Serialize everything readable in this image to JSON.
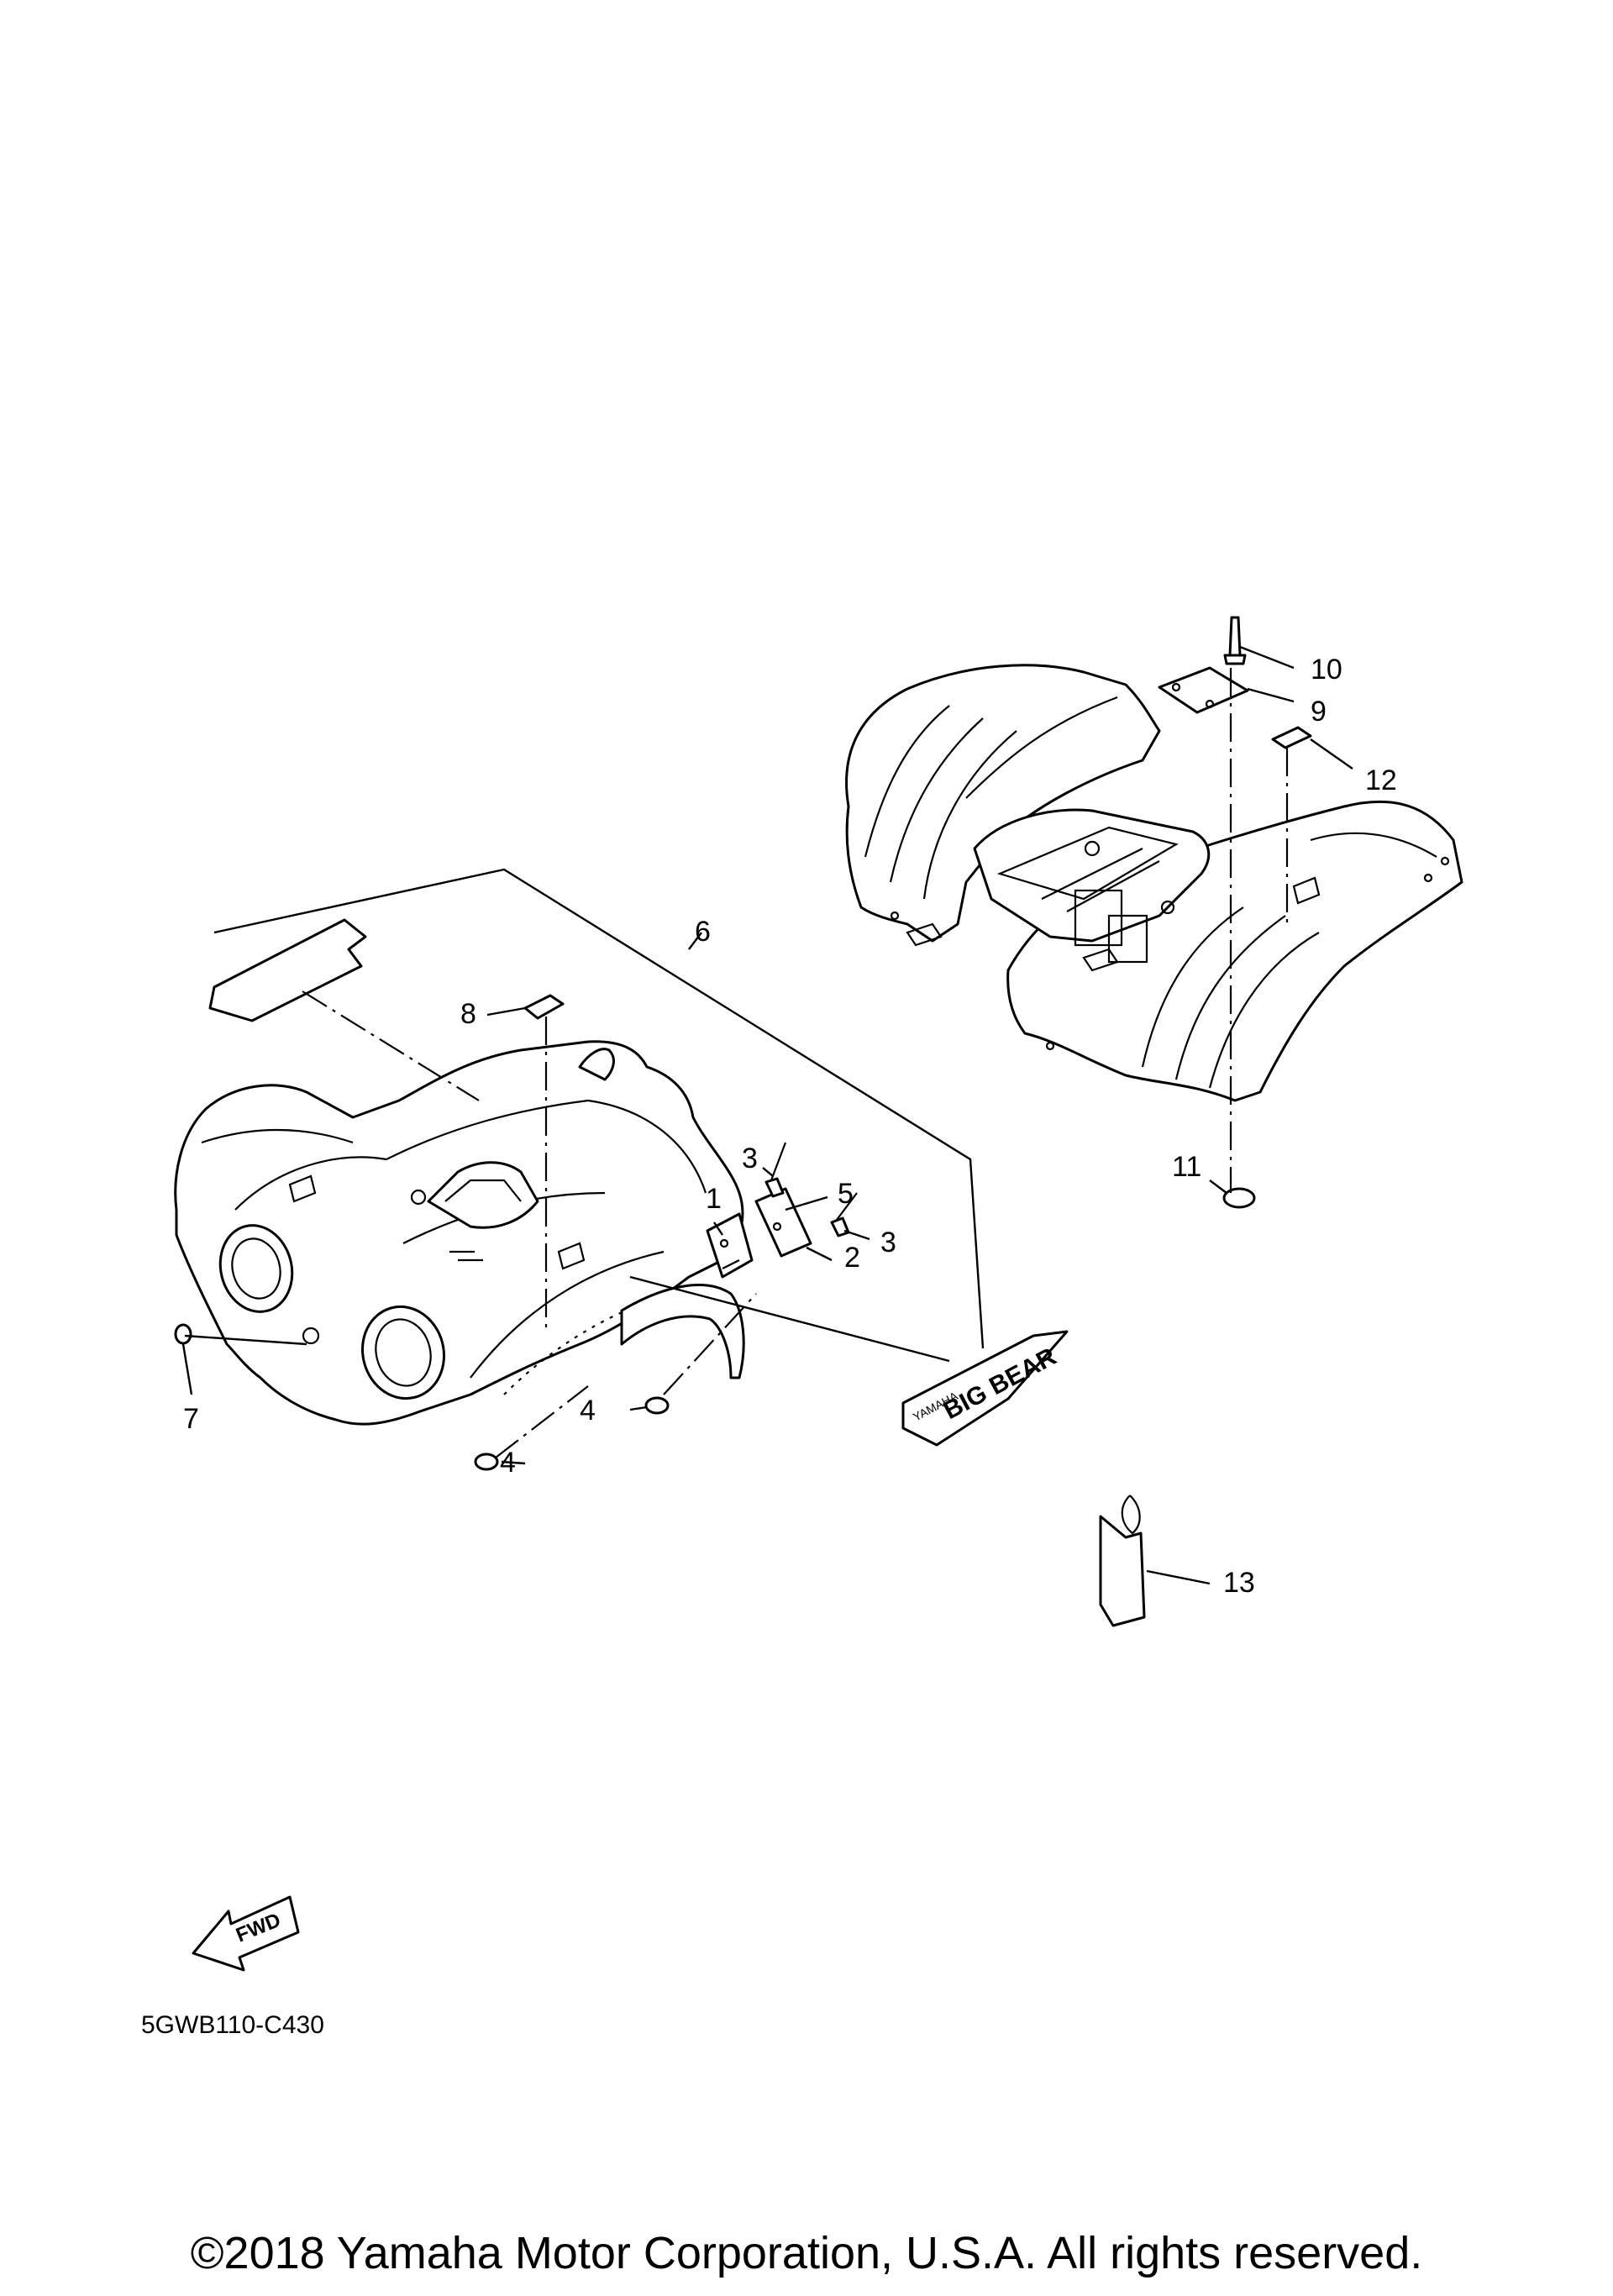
{
  "callouts": {
    "c1": "1",
    "c2": "2",
    "c3a": "3",
    "c3b": "3",
    "c4a": "4",
    "c4b": "4",
    "c5": "5",
    "c6": "6",
    "c7": "7",
    "c8": "8",
    "c9": "9",
    "c10": "10",
    "c11": "11",
    "c12": "12",
    "c13": "13"
  },
  "decal": {
    "brand": "YAMAHA",
    "model": "BIG BEAR"
  },
  "fwd_label": "FWD",
  "diagram_code": "5GWB110-C430",
  "copyright": "©2018 Yamaha Motor Corporation, U.S.A. All rights reserved."
}
